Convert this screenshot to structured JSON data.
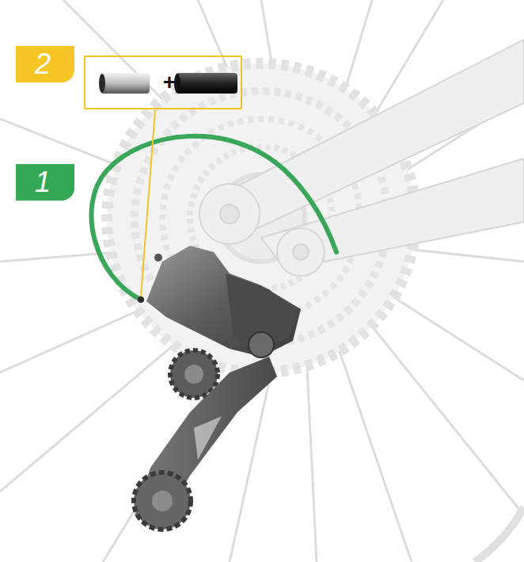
{
  "diagram": {
    "nodes": [
      {
        "text": [
          "2"
        ]
      },
      {
        "text": [
          "+"
        ]
      },
      {
        "text": [
          "1"
        ]
      }
    ]
  }
}
